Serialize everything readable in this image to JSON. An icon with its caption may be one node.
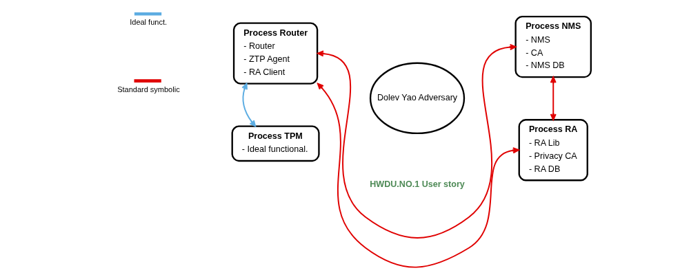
{
  "diagram": {
    "nodes": [
      {
        "text": [
          "Process Router",
          "- Router",
          "- ZTP Agent",
          "- RA Client"
        ]
      },
      {
        "text": [
          "Process NMS",
          "- NMS",
          "- CA",
          "- NMS DB"
        ]
      },
      {
        "text": [
          "Dolev Yao Adversary"
        ]
      },
      {
        "text": [
          "Process TPM",
          "- Ideal functional."
        ]
      },
      {
        "text": [
          "Process RA",
          "- RA Lib",
          "- Privacy CA",
          "- RA DB"
        ]
      }
    ],
    "edges": [
      {
        "from": 0,
        "to": 1,
        "arrow": "both"
      },
      {
        "from": 0,
        "to": 4,
        "arrow": "both"
      },
      {
        "from": 1,
        "to": 4,
        "arrow": "both"
      },
      {
        "from": 0,
        "to": 3,
        "arrow": "both",
        "color": "#5dade2"
      }
    ],
    "labels": [
      "HWDU.NO.1 User story"
    ],
    "legend": [
      {
        "text": "Ideal funct.",
        "color": "#5dade2"
      },
      {
        "text": "Standard symbolic",
        "color": "#e00000"
      }
    ]
  }
}
